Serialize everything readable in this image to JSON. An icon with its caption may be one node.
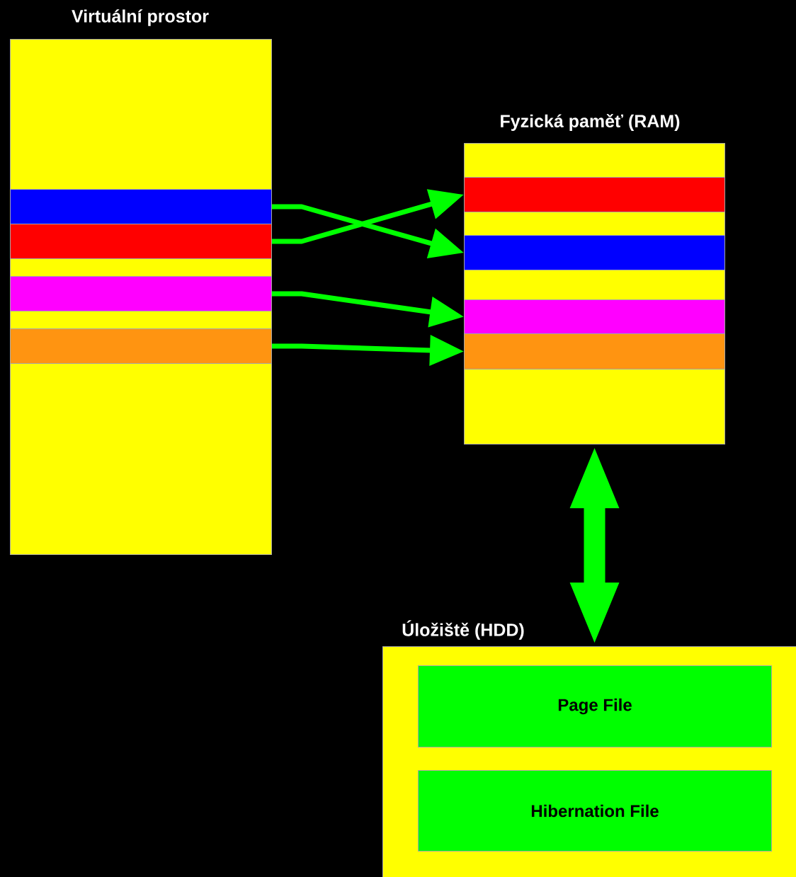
{
  "diagram": {
    "nodes": [
      {
        "text": [
          "Virtuální prostor"
        ]
      },
      {
        "text": [],
        "shape": "bar",
        "in": 0
      },
      {
        "text": [],
        "shape": "bar",
        "in": 0
      },
      {
        "text": [],
        "shape": "bar",
        "in": 0
      },
      {
        "text": [],
        "shape": "bar",
        "in": 0
      },
      {
        "text": [
          "Fyzická paměť (RAM)"
        ]
      },
      {
        "text": [],
        "shape": "bar",
        "in": 5
      },
      {
        "text": [],
        "shape": "bar",
        "in": 5
      },
      {
        "text": [],
        "shape": "bar",
        "in": 5
      },
      {
        "text": [],
        "shape": "bar",
        "in": 5
      },
      {
        "text": [
          "Úložiště (HDD)"
        ]
      },
      {
        "text": [
          "Page File"
        ],
        "in": 10
      },
      {
        "text": [
          "Hibernation File"
        ],
        "in": 10
      }
    ],
    "edges": [
      {
        "from": 1,
        "to": 7,
        "arrow": "to"
      },
      {
        "from": 2,
        "to": 6,
        "arrow": "to"
      },
      {
        "from": 3,
        "to": 8,
        "arrow": "to"
      },
      {
        "from": 4,
        "to": 9,
        "arrow": "to"
      },
      {
        "from": 5,
        "to": 10,
        "arrow": "both",
        "style": "thick"
      }
    ]
  }
}
